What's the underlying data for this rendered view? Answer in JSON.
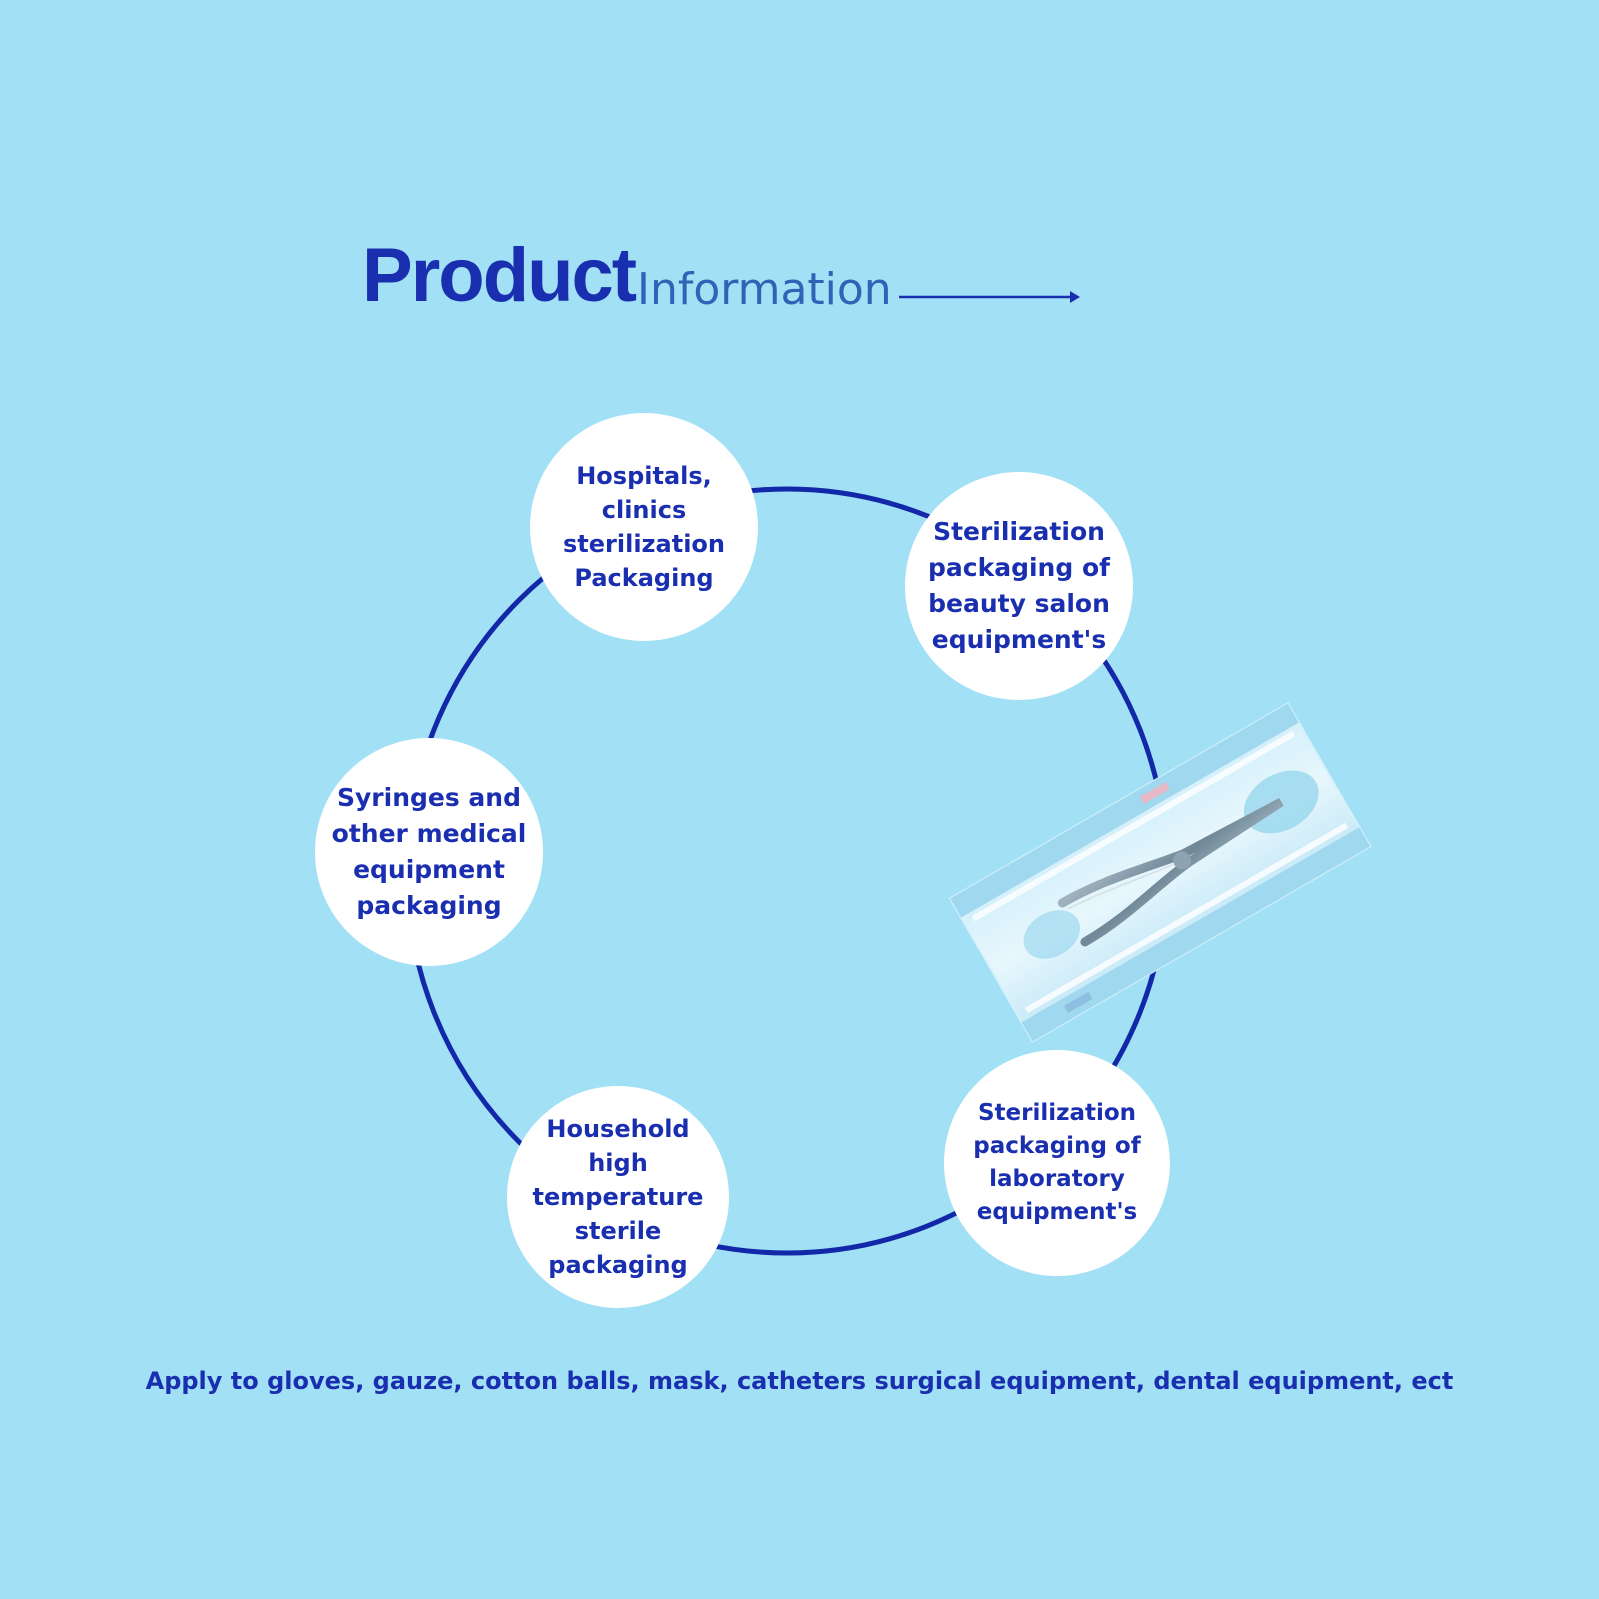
{
  "header": {
    "title_main": "Product",
    "title_sub": "Information"
  },
  "colors": {
    "background": "#a2e0f5",
    "accent": "#1a2fb0",
    "subtitle": "#2f63b5",
    "bubble": "#ffffff"
  },
  "diagram": {
    "center_image": "sterilization-pouch-with-pliers",
    "nodes": [
      {
        "id": "hospitals",
        "lines": [
          "Hospitals,",
          "clinics",
          "sterilization",
          "Packaging"
        ]
      },
      {
        "id": "beauty",
        "lines": [
          "Sterilization",
          "packaging of",
          "beauty salon",
          "equipment's"
        ]
      },
      {
        "id": "syringes",
        "lines": [
          "Syringes and",
          "other medical",
          "equipment",
          "packaging"
        ]
      },
      {
        "id": "household",
        "lines": [
          "Household high",
          "temperature",
          "sterile",
          "packaging"
        ]
      },
      {
        "id": "laboratory",
        "lines": [
          "Sterilization",
          "packaging of",
          "laboratory",
          "equipment's"
        ]
      }
    ]
  },
  "footer": {
    "text": "Apply to gloves, gauze, cotton balls, mask, catheters surgical equipment, dental equipment, ect"
  }
}
